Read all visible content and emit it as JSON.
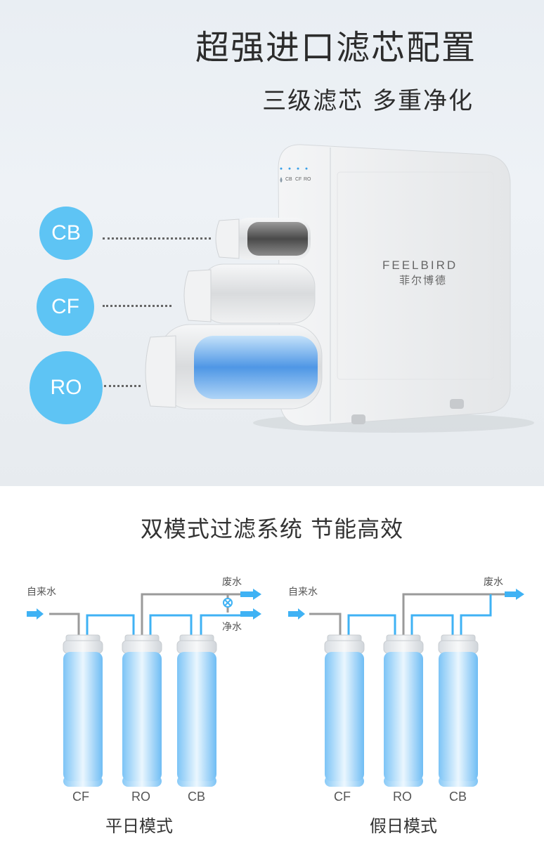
{
  "hero": {
    "headline": "超强进口滤芯配置",
    "subline": "三级滤芯 多重净化",
    "brand_en": "FEELBIRD",
    "brand_cn": "菲尔博德",
    "panel_labels": [
      "CB",
      "CF",
      "RO"
    ],
    "callouts": [
      "CB",
      "CF",
      "RO"
    ],
    "accent_color": "#5ec4f4"
  },
  "system": {
    "title": "双模式过滤系统 节能高效",
    "diagrams": [
      {
        "mode": "平日模式",
        "inlet_label": "自来水",
        "waste_label": "废水",
        "pure_label": "净水",
        "filters": [
          "CF",
          "RO",
          "CB"
        ]
      },
      {
        "mode": "假日模式",
        "inlet_label": "自来水",
        "waste_label": "废水",
        "filters": [
          "CF",
          "RO",
          "CB"
        ]
      }
    ]
  }
}
